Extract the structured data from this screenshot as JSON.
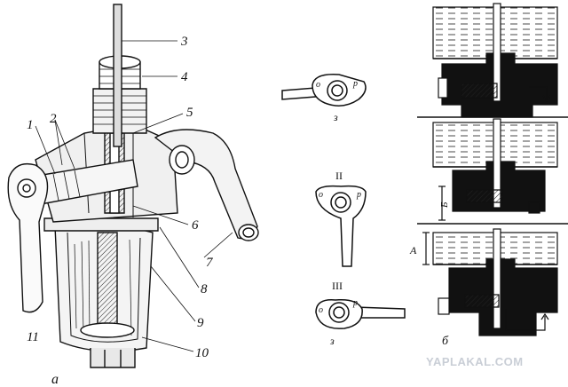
{
  "figure": {
    "part_labels": [
      "1",
      "2",
      "3",
      "4",
      "5",
      "6",
      "7",
      "8",
      "9",
      "10",
      "11"
    ],
    "panel_a_label": "а",
    "panel_b_label": "б",
    "positions": [
      {
        "roman": "",
        "letters": [
          "о",
          "р"
        ],
        "caption": "з"
      },
      {
        "roman": "II",
        "letters": [
          "о",
          "р"
        ],
        "caption": ""
      },
      {
        "roman": "III",
        "letters": [
          "о",
          "р"
        ],
        "caption": "з"
      }
    ],
    "level_a_label": "А",
    "level_b_label": "Б",
    "watermark": "YAPLAKAL.COM"
  }
}
